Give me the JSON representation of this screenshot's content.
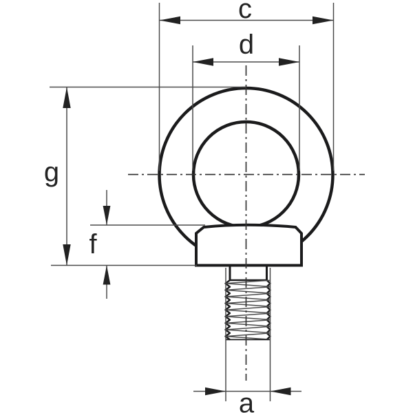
{
  "figure": {
    "kind": "technical-dimension-drawing",
    "subject": "eye-bolt-front-view"
  },
  "labels": {
    "c": "c",
    "d": "d",
    "g": "g",
    "f": "f",
    "a": "a"
  },
  "colors": {
    "background": "#ffffff",
    "outline": "#1b1b1c",
    "thin_line": "#4a4a4a",
    "center_line": "#333333",
    "arrow": "#222222",
    "text": "#242424"
  }
}
